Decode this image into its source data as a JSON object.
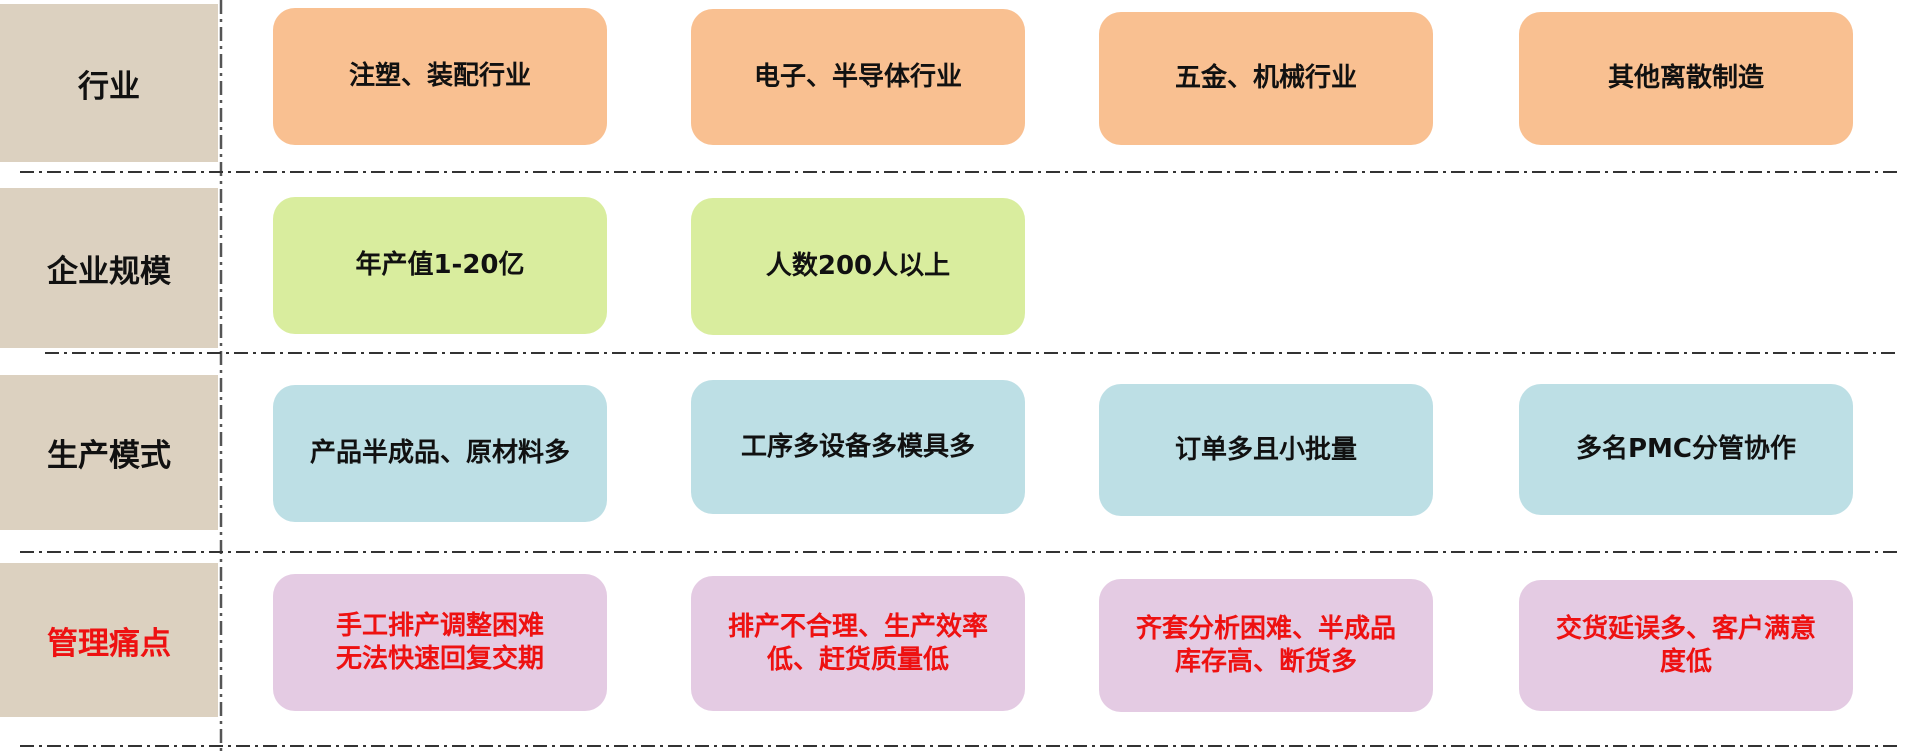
{
  "colors": {
    "header_bg": "#dcd1c0",
    "industry_card": "#f9c091",
    "scale_card": "#d9ed9e",
    "mode_card": "#bddfe5",
    "pain_card": "#e4cbe3",
    "pain_text": "#ee1111",
    "divider": "#333333"
  },
  "rows": [
    {
      "header": "行业",
      "cards": [
        "注塑、装配行业",
        "电子、半导体行业",
        "五金、机械行业",
        "其他离散制造"
      ]
    },
    {
      "header": "企业规模",
      "cards": [
        "年产值1-20亿",
        "人数200人以上"
      ]
    },
    {
      "header": "生产模式",
      "cards": [
        "产品半成品、原材料多",
        "工序多设备多模具多",
        "订单多且小批量",
        "多名PMC分管协作"
      ]
    },
    {
      "header": "管理痛点",
      "cards": [
        "手工排产调整困难\n无法快速回复交期",
        "排产不合理、生产效率\n低、赶货质量低",
        "齐套分析困难、半成品\n库存高、断货多",
        "交货延误多、客户满意\n度低"
      ]
    }
  ]
}
